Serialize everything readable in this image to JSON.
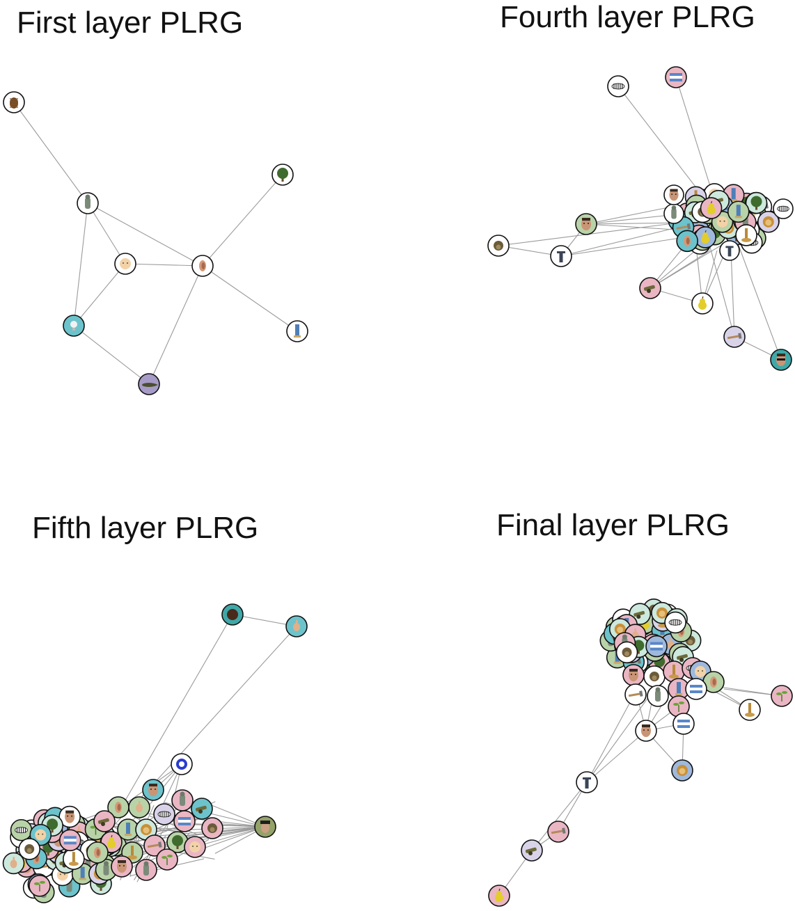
{
  "titles": {
    "panel1": "First layer PLRG",
    "panel2": "Fourth layer PLRG",
    "panel3": "Fifth layer PLRG",
    "panel4": "Final layer PLRG"
  },
  "colors": {
    "white": "#ffffff",
    "teal": "#6cc3cc",
    "purple": "#a79cc7",
    "pink": "#eab6c3",
    "green": "#b9d3a8",
    "lightpurple": "#d9d3ea",
    "teal_dark": "#3fa8a8",
    "blue": "#9fb9dd",
    "olive": "#93a36a",
    "mint": "#cde8dd"
  },
  "graphs": [
    {
      "id": "first-layer",
      "nodes": [
        {
          "id": "pinecone",
          "icon": "pinecone-icon",
          "fill": "white"
        },
        {
          "id": "tree",
          "icon": "tree-icon",
          "fill": "white"
        },
        {
          "id": "statue",
          "icon": "statue-icon",
          "fill": "white"
        },
        {
          "id": "baby",
          "icon": "baby-face-icon",
          "fill": "white"
        },
        {
          "id": "ear",
          "icon": "ear-icon",
          "fill": "white"
        },
        {
          "id": "bulb",
          "icon": "lightbulb-icon",
          "fill": "teal"
        },
        {
          "id": "tower",
          "icon": "tower-icon",
          "fill": "white"
        },
        {
          "id": "croc",
          "icon": "crocodile-icon",
          "fill": "purple"
        }
      ],
      "edges": [
        [
          "pinecone",
          "statue"
        ],
        [
          "statue",
          "baby"
        ],
        [
          "statue",
          "ear"
        ],
        [
          "statue",
          "bulb"
        ],
        [
          "baby",
          "ear"
        ],
        [
          "baby",
          "bulb"
        ],
        [
          "tree",
          "ear"
        ],
        [
          "ear",
          "tower"
        ],
        [
          "ear",
          "croc"
        ],
        [
          "bulb",
          "croc"
        ]
      ]
    },
    {
      "id": "fourth-layer",
      "nodes": [
        {
          "id": "zebra",
          "icon": "zebra-icon",
          "fill": "white"
        },
        {
          "id": "flag",
          "icon": "flag-icon",
          "fill": "pink"
        },
        {
          "id": "man",
          "icon": "face-icon",
          "fill": "green"
        },
        {
          "id": "monkey",
          "icon": "monkey-icon",
          "fill": "white"
        },
        {
          "id": "figure",
          "icon": "figure-icon",
          "fill": "white"
        },
        {
          "id": "cannon",
          "icon": "cannon-icon",
          "fill": "pink"
        },
        {
          "id": "pear",
          "icon": "pear-icon",
          "fill": "white"
        },
        {
          "id": "hammer",
          "icon": "hammer-icon",
          "fill": "lightpurple"
        },
        {
          "id": "sunglasses",
          "icon": "sunglasses-face-icon",
          "fill": "teal_dark"
        }
      ]
    },
    {
      "id": "fifth-layer",
      "nodes": [
        {
          "id": "coconut",
          "icon": "coconut-icon",
          "fill": "teal_dark"
        },
        {
          "id": "hand",
          "icon": "hand-icon",
          "fill": "teal"
        },
        {
          "id": "badge",
          "icon": "emblem-icon",
          "fill": "white"
        },
        {
          "id": "soldier",
          "icon": "soldier-icon",
          "fill": "olive"
        }
      ]
    },
    {
      "id": "final-layer",
      "nodes": [
        {
          "id": "sprout",
          "icon": "sprout-icon",
          "fill": "pink"
        },
        {
          "id": "giraffe",
          "icon": "giraffe-icon",
          "fill": "white"
        },
        {
          "id": "man",
          "icon": "face-icon",
          "fill": "white"
        },
        {
          "id": "flag",
          "icon": "flag-icon",
          "fill": "white"
        },
        {
          "id": "lion",
          "icon": "lion-icon",
          "fill": "blue"
        },
        {
          "id": "figure",
          "icon": "figure-icon",
          "fill": "white"
        },
        {
          "id": "hammer",
          "icon": "hammer-icon",
          "fill": "pink"
        },
        {
          "id": "cannon",
          "icon": "cannon-icon",
          "fill": "lightpurple"
        },
        {
          "id": "pear",
          "icon": "pear-icon",
          "fill": "pink"
        }
      ]
    }
  ]
}
